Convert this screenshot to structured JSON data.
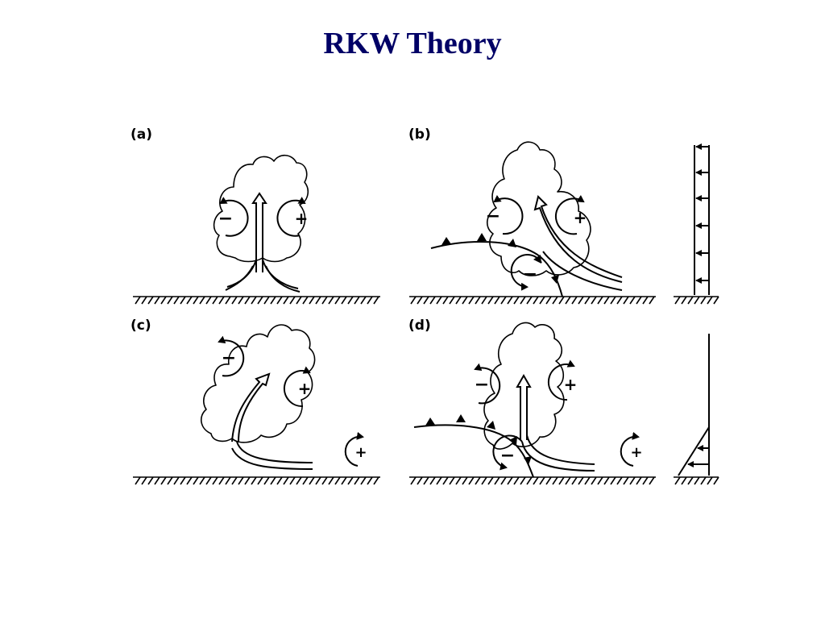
{
  "slide": {
    "title": "RKW Theory"
  },
  "panels": {
    "a": {
      "label": "(a)"
    },
    "b": {
      "label": "(b)"
    },
    "c": {
      "label": "(c)"
    },
    "d": {
      "label": "(d)"
    }
  },
  "symbols": {
    "positive": "+",
    "negative": "−"
  },
  "colors": {
    "title": "#000066",
    "ink": "#000000",
    "background": "#ffffff"
  },
  "icons": {
    "circulation_positive": "circulation-positive-icon",
    "circulation_negative": "circulation-negative-icon",
    "cold_front": "cold-front-icon",
    "updraft_arrow": "updraft-arrow-icon",
    "wind_profile": "wind-profile-icon"
  }
}
